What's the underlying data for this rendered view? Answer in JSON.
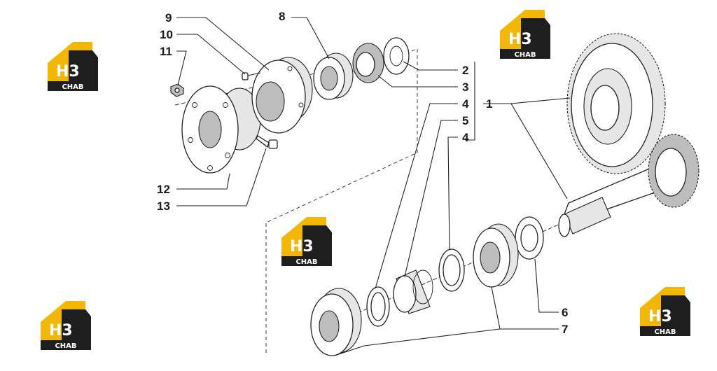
{
  "watermark": {
    "mark": "H3",
    "caption": "CHAB",
    "colors": {
      "roof": "#f2b705",
      "body": "#1e1e1e",
      "text": "#ffffff"
    }
  },
  "callouts": [
    {
      "id": "c9",
      "label": "9"
    },
    {
      "id": "c10",
      "label": "10"
    },
    {
      "id": "c11",
      "label": "11"
    },
    {
      "id": "c8",
      "label": "8"
    },
    {
      "id": "c2",
      "label": "2"
    },
    {
      "id": "c3",
      "label": "3"
    },
    {
      "id": "c4a",
      "label": "4"
    },
    {
      "id": "c1",
      "label": "1"
    },
    {
      "id": "c5",
      "label": "5"
    },
    {
      "id": "c4b",
      "label": "4"
    },
    {
      "id": "c12",
      "label": "12"
    },
    {
      "id": "c13",
      "label": "13"
    },
    {
      "id": "c6",
      "label": "6"
    },
    {
      "id": "c7",
      "label": "7"
    }
  ]
}
